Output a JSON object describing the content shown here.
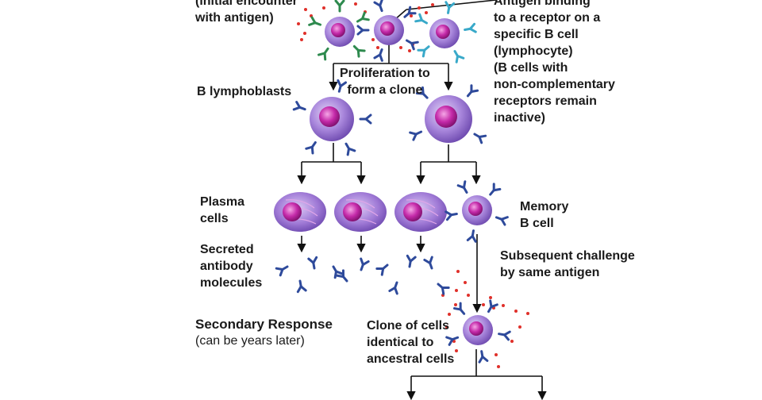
{
  "labels": {
    "initial_encounter": [
      "(initial encounter",
      "with antigen)"
    ],
    "antigen_binding": [
      "Antigen binding",
      "to a receptor on a",
      "specific B cell",
      "(lymphocyte)",
      "(B cells with",
      "non-complementary",
      "receptors remain",
      "inactive)"
    ],
    "proliferation": [
      "Proliferation to",
      "form a clone"
    ],
    "b_lymphoblasts": "B lymphoblasts",
    "plasma_cells": [
      "Plasma",
      "cells"
    ],
    "memory_b_cell": [
      "Memory",
      "B cell"
    ],
    "secreted_antibody": [
      "Secreted",
      "antibody",
      "molecules"
    ],
    "subsequent_challenge": [
      "Subsequent challenge",
      "by same antigen"
    ],
    "secondary_response": {
      "title": "Secondary Response",
      "subtitle": "(can be years later)"
    },
    "clone_of_cells": [
      "Clone of cells",
      "identical to",
      "ancestral cells"
    ]
  },
  "colors": {
    "cell_outer": "#8a63c4",
    "cell_inner": "#b41f9e",
    "plasma_body": "#a07ad6",
    "receptor_blue": "#2e4a9b",
    "receptor_green": "#2e8a4e",
    "receptor_cyan": "#39a9c9",
    "antigen_dot": "#e0302a",
    "arrow": "#111111"
  }
}
